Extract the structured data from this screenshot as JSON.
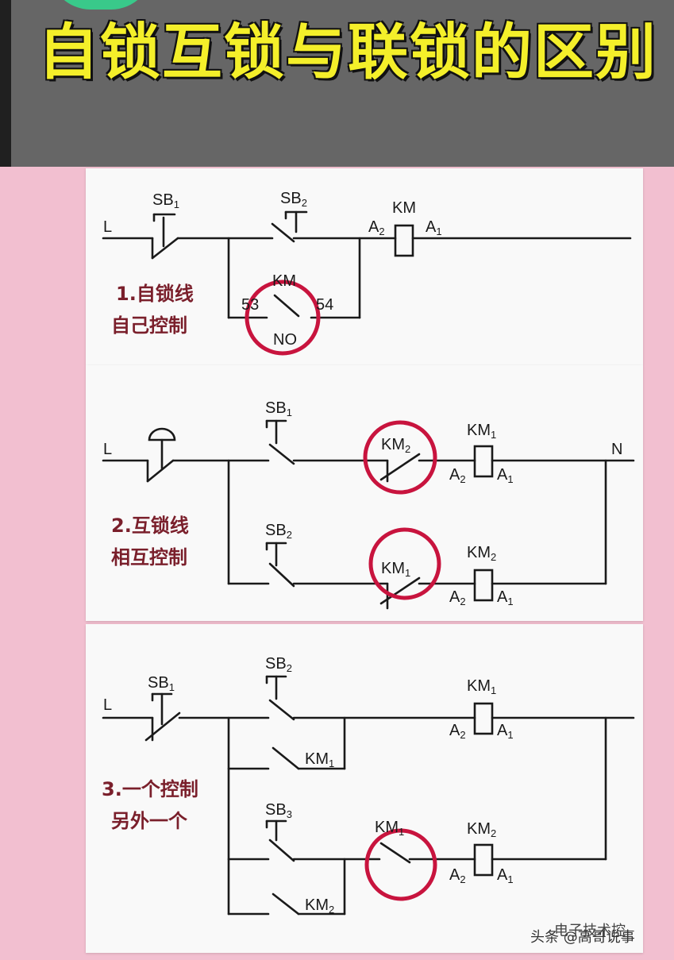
{
  "title": "自锁互锁与联锁的区别",
  "watermark": "头条 @高哥说事",
  "watermark_overlay": "电子技术控",
  "colors": {
    "title_text": "#f4ef2a",
    "header_bg": "#666666",
    "page_bg": "#f2bfd0",
    "highlight_circle": "#c8143e",
    "caption_text": "#7a1f2b"
  },
  "panel1": {
    "caption_line1": "1.自锁线",
    "caption_line2": "自己控制",
    "L": "L",
    "SB1": "SB",
    "SB1_sub": "1",
    "SB2": "SB",
    "SB2_sub": "2",
    "KM_coil": "KM",
    "A2": "A",
    "A2_sub": "2",
    "A1": "A",
    "A1_sub": "1",
    "KM_contact": "KM",
    "t53": "53",
    "t54": "54",
    "NO": "NO"
  },
  "panel2": {
    "caption_line1": "2.互锁线",
    "caption_line2": "相互控制",
    "L": "L",
    "N": "N",
    "SB1": "SB",
    "SB1_sub": "1",
    "SB2": "SB",
    "SB2_sub": "2",
    "KM2_contact": "KM",
    "KM2_contact_sub": "2",
    "KM1_contact": "KM",
    "KM1_contact_sub": "1",
    "KM1_coil": "KM",
    "KM1_coil_sub": "1",
    "KM2_coil": "KM",
    "KM2_coil_sub": "2",
    "A": "A",
    "sub2": "2",
    "sub1": "1"
  },
  "panel3": {
    "caption_line1": "3.一个控制",
    "caption_line2": "另外一个",
    "L": "L",
    "SB1": "SB",
    "SB1_sub": "1",
    "SB2": "SB",
    "SB2_sub": "2",
    "SB3": "SB",
    "SB3_sub": "3",
    "KM1_aux": "KM",
    "KM1_aux_sub": "1",
    "KM2_aux": "KM",
    "KM2_aux_sub": "2",
    "KM1_contact": "KM",
    "KM1_contact_sub": "1",
    "KM1_coil": "KM",
    "KM1_coil_sub": "1",
    "KM2_coil": "KM",
    "KM2_coil_sub": "2",
    "A": "A",
    "sub2": "2",
    "sub1": "1"
  }
}
